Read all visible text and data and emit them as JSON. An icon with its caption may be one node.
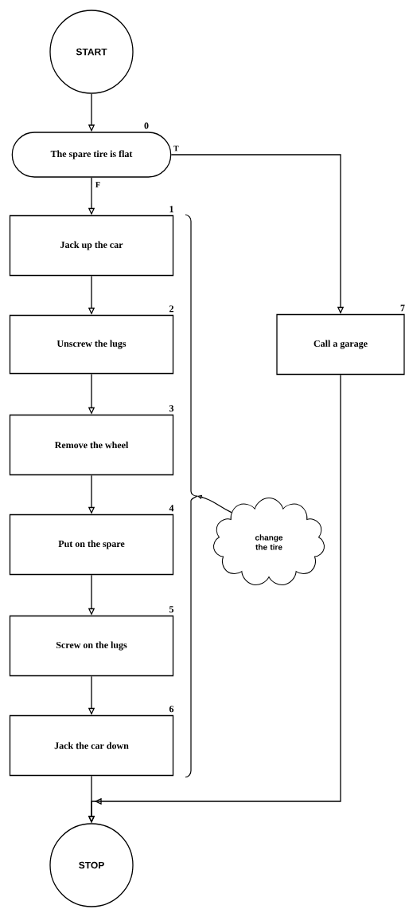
{
  "diagram": {
    "nodes": [
      {
        "text": [
          "START"
        ]
      },
      {
        "text": [
          "The spare tire is flat"
        ],
        "beside": [
          "0"
        ]
      },
      {
        "text": [
          "Jack up the car"
        ],
        "beside": [
          "1"
        ]
      },
      {
        "text": [
          "Unscrew the lugs"
        ],
        "beside": [
          "2"
        ]
      },
      {
        "text": [
          "Remove the wheel"
        ],
        "beside": [
          "3"
        ]
      },
      {
        "text": [
          "Put on the spare"
        ],
        "beside": [
          "4"
        ]
      },
      {
        "text": [
          "Screw on the lugs"
        ],
        "beside": [
          "5"
        ]
      },
      {
        "text": [
          "Jack the car down"
        ],
        "beside": [
          "6"
        ]
      },
      {
        "text": [
          "Call a garage"
        ],
        "beside": [
          "7"
        ]
      },
      {
        "text": [
          "STOP"
        ]
      },
      {
        "text": [
          "change the tire"
        ]
      },
      {
        "text": [],
        "shape": "bracket"
      }
    ],
    "edges": [
      {
        "from": 0,
        "to": 1,
        "arrow": "to"
      },
      {
        "from": 1,
        "to": 2,
        "arrow": "to",
        "label": "F"
      },
      {
        "from": 1,
        "to": 8,
        "arrow": "to",
        "label": "T"
      },
      {
        "from": 2,
        "to": 3,
        "arrow": "to"
      },
      {
        "from": 3,
        "to": 4,
        "arrow": "to"
      },
      {
        "from": 4,
        "to": 5,
        "arrow": "to"
      },
      {
        "from": 5,
        "to": 6,
        "arrow": "to"
      },
      {
        "from": 6,
        "to": 7,
        "arrow": "to"
      },
      {
        "from": 7,
        "to": 9,
        "arrow": "to"
      },
      {
        "from": 8,
        "to": 9,
        "arrow": "to"
      },
      {
        "from": 10,
        "to": 11,
        "arrow": "to"
      }
    ]
  }
}
